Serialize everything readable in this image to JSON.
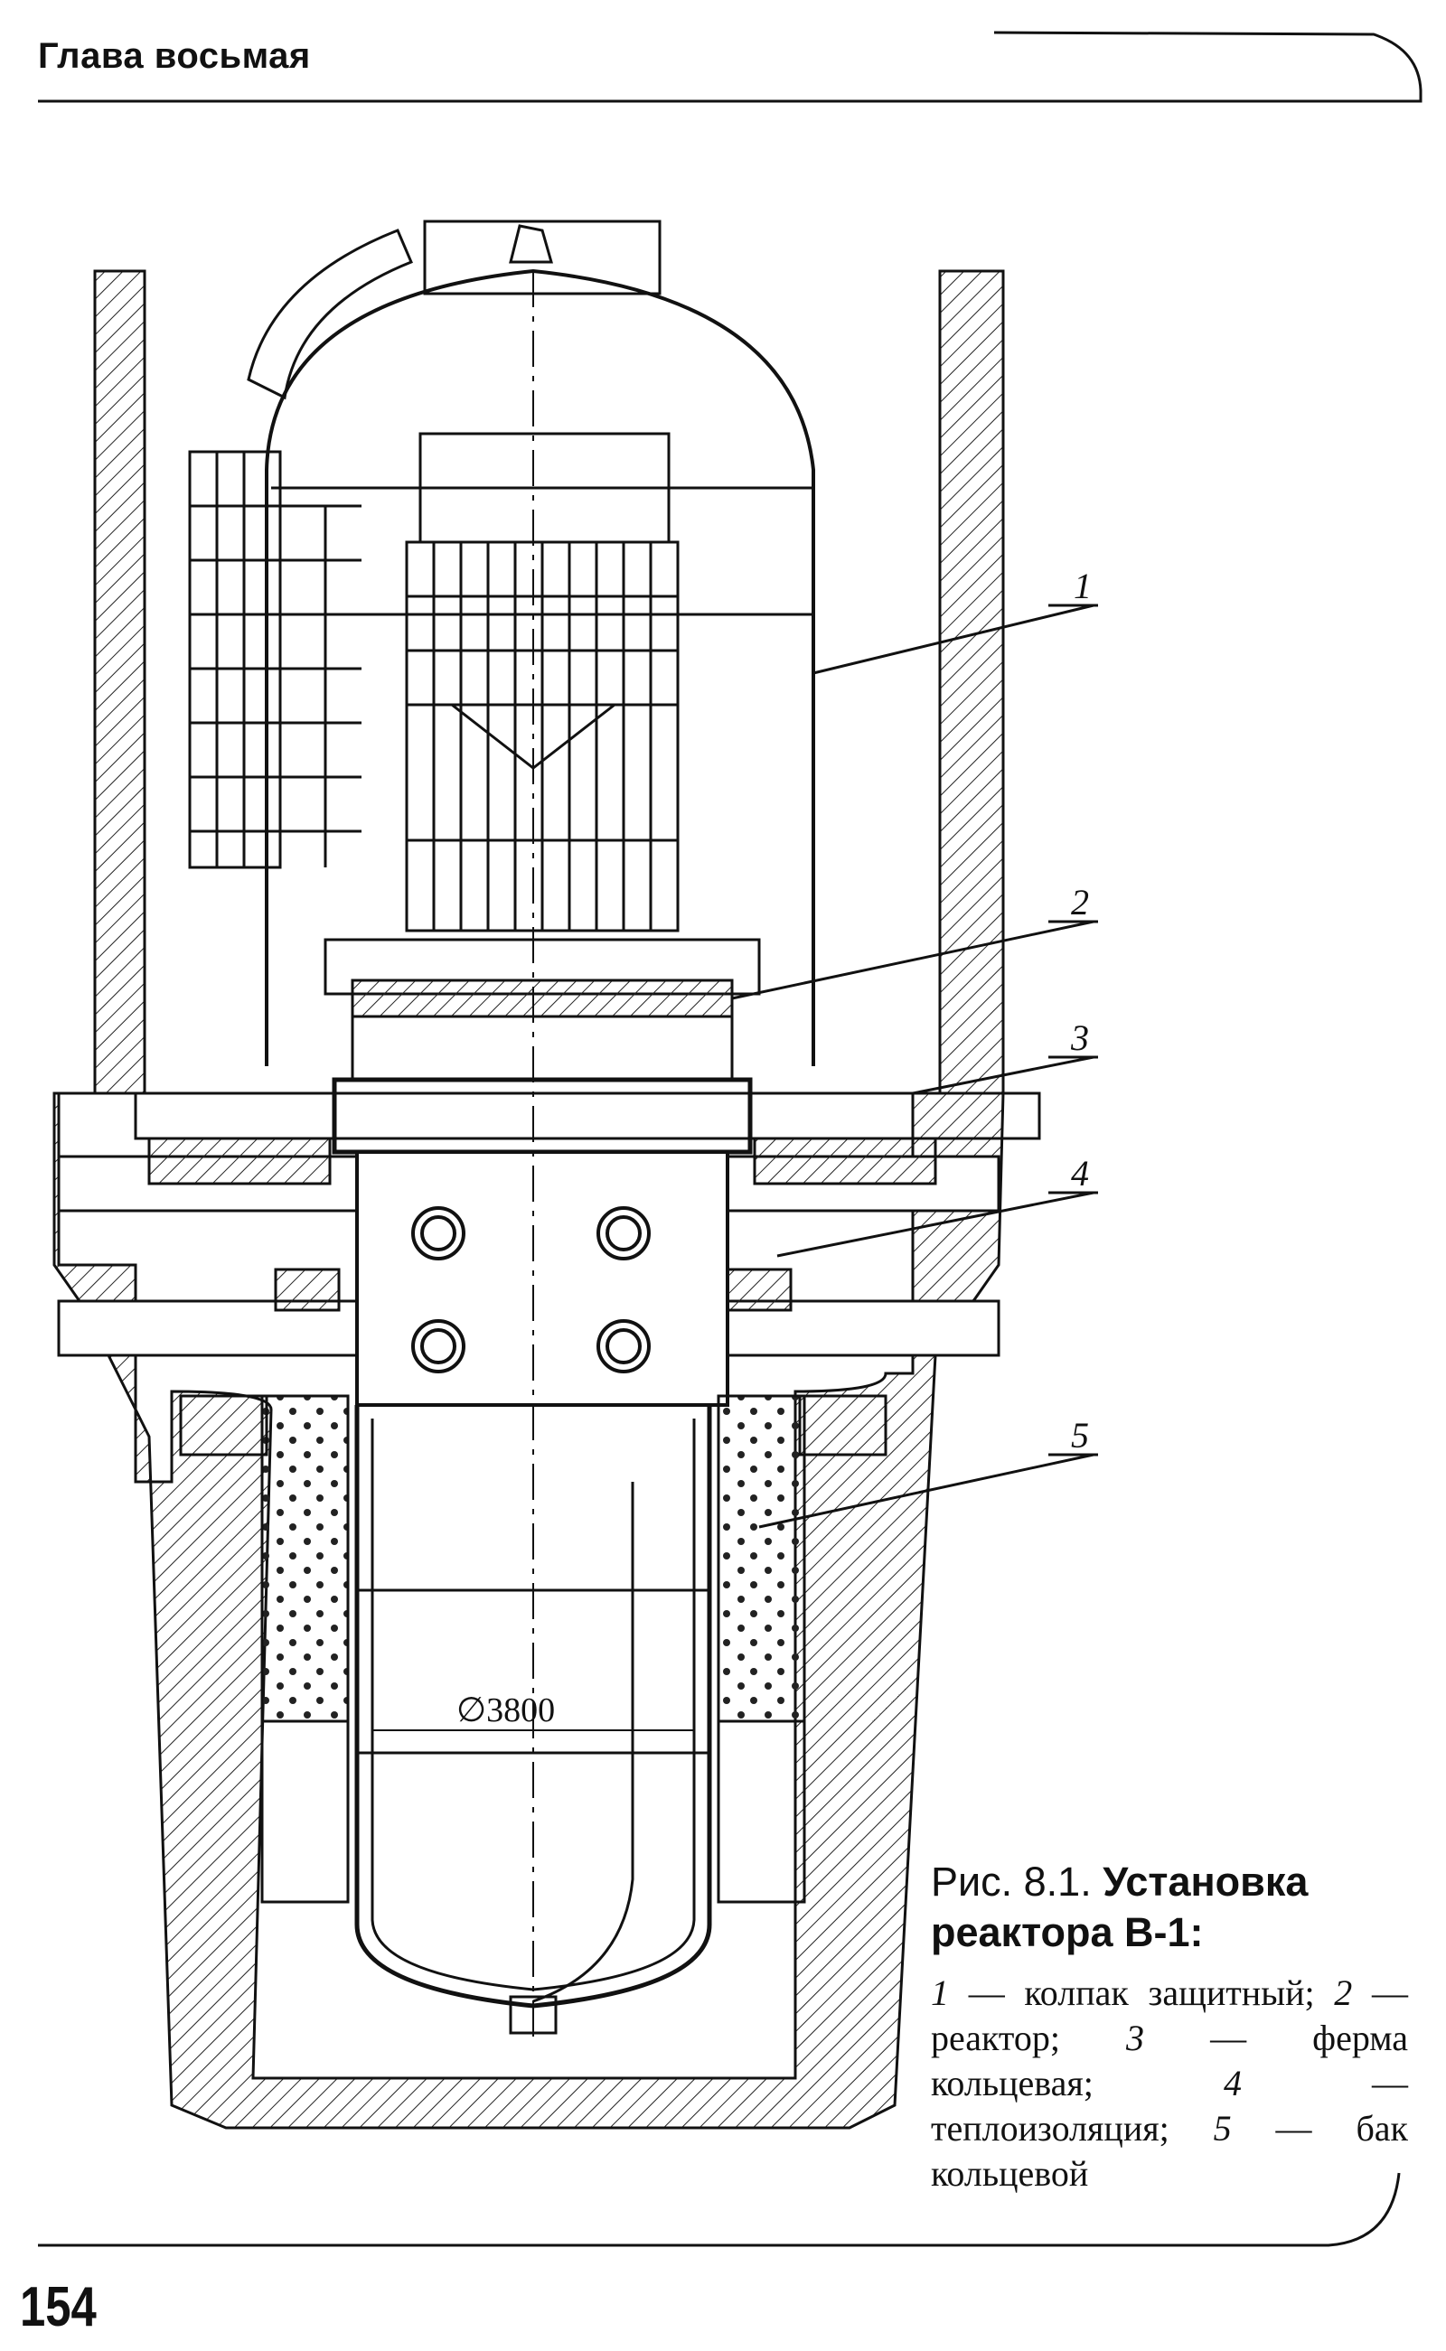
{
  "header": {
    "chapter_title": "Глава восьмая"
  },
  "figure": {
    "callouts": [
      "1",
      "2",
      "3",
      "4",
      "5"
    ],
    "dimension_label": "∅3800"
  },
  "caption": {
    "label": "Рис. 8.1.",
    "title": "Установка реактора В-1:",
    "items": [
      {
        "num": "1",
        "text": "колпак защитный;"
      },
      {
        "num": "2",
        "text": "реактор;"
      },
      {
        "num": "3",
        "text": "ферма кольцевая;"
      },
      {
        "num": "4",
        "text": "теплоизоляция;"
      },
      {
        "num": "5",
        "text": "бак кольцевой"
      }
    ]
  },
  "footer": {
    "page_number": "154"
  },
  "colors": {
    "ink": "#111111",
    "paper": "#ffffff"
  }
}
